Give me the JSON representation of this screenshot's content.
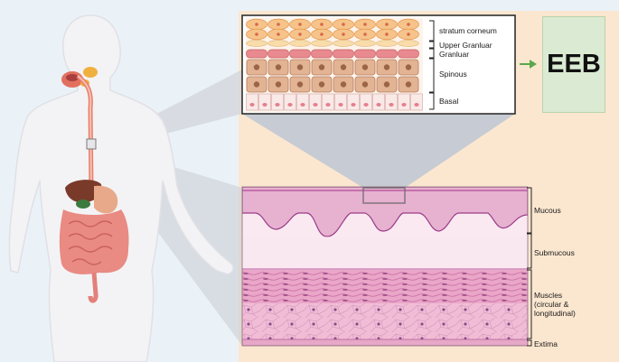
{
  "epidermis_layers": {
    "stratum_corneum": "stratum corneum",
    "upper_granular": "Upper Granluar",
    "granular": "Granluar",
    "spinous": "Spinous",
    "basal": "Basal"
  },
  "wall_layers": {
    "mucous": "Mucous",
    "submucous": "Submucous",
    "muscles": "Muscles\n(circular &\nlongitudinal)",
    "extima": "Extima"
  },
  "result_label": "EEB",
  "colors": {
    "background": "#eaf2f8",
    "panel_cream": "#fbe7d0",
    "arrow_green": "#5aa84a",
    "eeb_box": "#dbebd3",
    "mucosa_pink": "#e7b1d0",
    "muscle_pink": "#eaa6c8",
    "body_outline": "#e9e9ec"
  }
}
